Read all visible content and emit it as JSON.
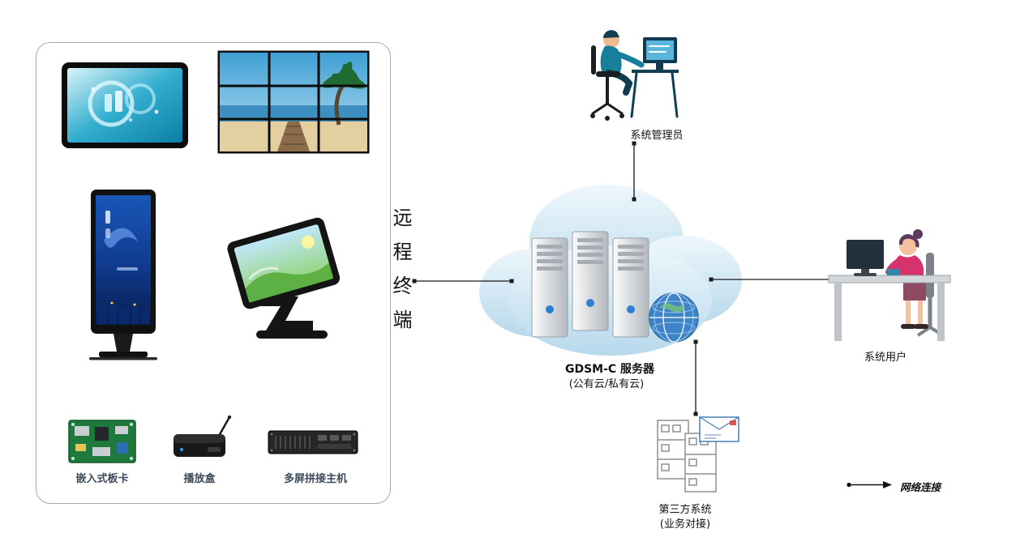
{
  "diagram": {
    "remote_terminal_label": "远程终端",
    "device_labels": {
      "embedded_board": "嵌入式板卡",
      "player_box": "播放盒",
      "multiscreen_host": "多屏拼接主机"
    },
    "cloud": {
      "title": "GDSM-C 服务器",
      "subtitle": "(公有云/私有云)"
    },
    "admin_label": "系统管理员",
    "user_label": "系统用户",
    "third_party": {
      "title": "第三方系统",
      "subtitle": "(业务对接)"
    },
    "legend_label": "网络连接"
  },
  "icons": {
    "cloud": "cloud-shape",
    "servers": "server-towers",
    "globe": "globe",
    "admin": "person-at-computer",
    "user": "woman-at-desk",
    "third_party": "server-cabinets-with-envelope",
    "legend": "dot-line-arrow"
  },
  "colors": {
    "cloud_fill_light": "#eef7fc",
    "cloud_fill_dark": "#b7d9ec",
    "accent_teal": "#177f99",
    "woman_magenta": "#d6336c",
    "pcb_green": "#1e7a3c",
    "globe_blue": "#3d85c8",
    "device_label": "#3b4a5a",
    "line_color": "#1a1a1a"
  }
}
